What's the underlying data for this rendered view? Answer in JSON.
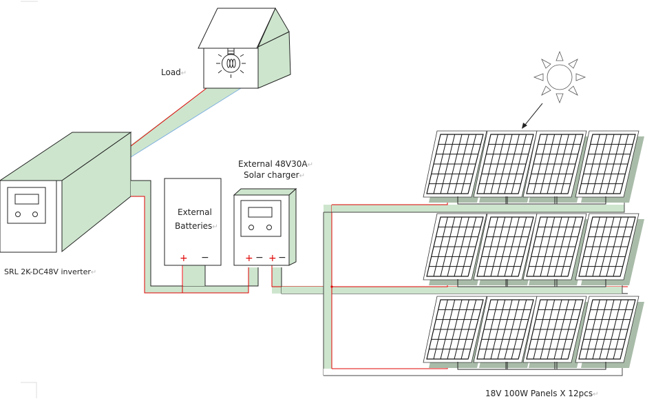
{
  "labels": {
    "load": "Load",
    "inverter": "SRL 2K-DC48V inverter",
    "batteries_line1": "External",
    "batteries_line2": "Batteries",
    "charger_line1": "External 48V30A",
    "charger_line2": "Solar charger",
    "panels": "18V 100W Panels X 12pcs",
    "return_mark": "↵"
  },
  "terminals": {
    "battery": [
      "+",
      "−"
    ],
    "charger": [
      "+",
      "−",
      "+",
      "−"
    ]
  },
  "panel_array": {
    "rows": 3,
    "panels_per_row": 4,
    "cell_cols": 6,
    "cell_rows": 6
  },
  "colors": {
    "fill_green": "#cde5cd",
    "shadow": "#a9bca9",
    "positive_wire": "#e00000",
    "negative_wire": "#222222",
    "ac_wire_blue": "#7fb0e0",
    "stroke": "#222222"
  },
  "icons": {
    "sun": "sun-icon",
    "bulb": "light-bulb-icon",
    "house": "house-icon",
    "arrow": "sunlight-arrow-icon"
  }
}
